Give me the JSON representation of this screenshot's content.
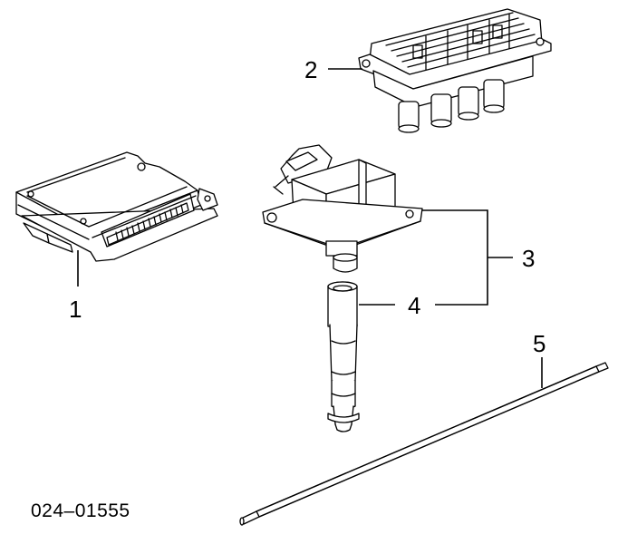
{
  "diagram": {
    "reference_code": "024–01555",
    "callouts": [
      {
        "id": "1",
        "label": "1"
      },
      {
        "id": "2",
        "label": "2"
      },
      {
        "id": "3",
        "label": "3"
      },
      {
        "id": "4",
        "label": "4"
      },
      {
        "id": "5",
        "label": "5"
      }
    ],
    "parts": [
      {
        "callout": "1",
        "icon": "engine-control-module-icon"
      },
      {
        "callout": "2",
        "icon": "ignition-coil-pack-icon"
      },
      {
        "callout": "3",
        "icon": "pencil-ignition-coil-icon"
      },
      {
        "callout": "4",
        "icon": "spark-plug-boot-icon"
      },
      {
        "callout": "5",
        "icon": "ignition-wire-icon"
      }
    ]
  }
}
